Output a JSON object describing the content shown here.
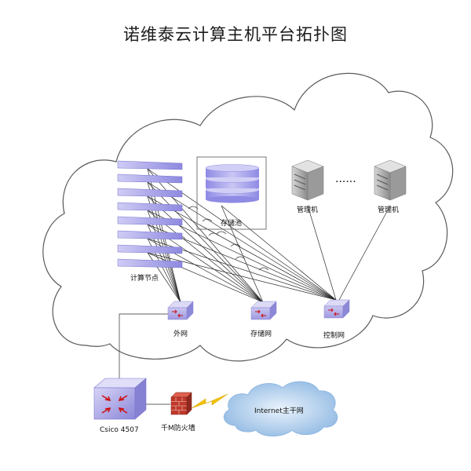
{
  "title": "诺维泰云计算主机平台拓扑图",
  "nodes": {
    "compute": "计算节点",
    "storage_pool": "存储池",
    "manager_1": "管理机",
    "manager_2": "管理机",
    "ellipsis": "······",
    "outer_net": "外网",
    "storage_net": "存储网",
    "control_net": "控制网",
    "core_switch": "Csico 4507",
    "firewall": "千M防火墙",
    "internet": "Internet主干网"
  },
  "colors": {
    "switch_face": "#b6b2e6",
    "switch_top": "#dcdaf5",
    "node_blade": "#a8a4ea",
    "firewall_brick": "#c0392b",
    "arrow_red": "#cc1111",
    "cloud_blue": "#9fc4e8",
    "lightning": "#f2c200"
  },
  "icons": [
    "server-tower-icon",
    "switch-icon",
    "router-icon",
    "firewall-icon",
    "lightning-icon",
    "cloud-icon"
  ]
}
